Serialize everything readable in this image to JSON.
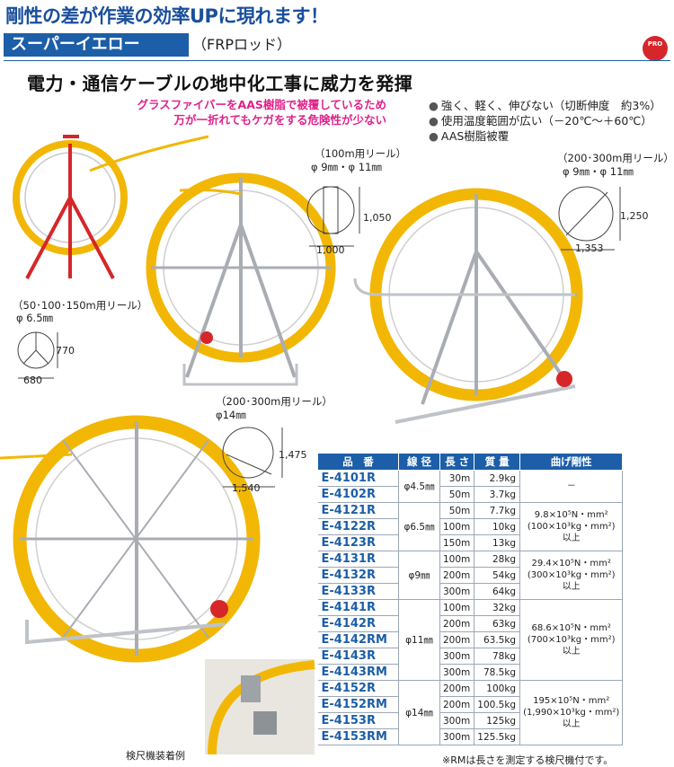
{
  "header": {
    "headline": "剛性の差が作業の効率UPに現れます！",
    "product_name": "スーパーイエロー",
    "product_type": "（FRPロッド）",
    "badge": "PRO",
    "subheadline": "電力・通信ケーブルの地中化工事に威力を発揮"
  },
  "warning": {
    "line1": "グラスファイバーをAAS樹脂で被覆しているため",
    "line2": "万が一折れてもケガをする危険性が少ない"
  },
  "features": [
    "強く、軽く、伸びない（切断伸度　約3%）",
    "使用温度範囲が広い（－20℃～＋60℃）",
    "AAS樹脂被覆"
  ],
  "reels": {
    "small": {
      "label": "（50･100･150m用リール）",
      "diameter": "φ 6.5㎜",
      "height": "770",
      "width": "680"
    },
    "r100": {
      "label": "（100m用リール）",
      "diameter": "φ 9㎜・φ 11㎜",
      "height": "1,050",
      "width": "1,000"
    },
    "r200a": {
      "label": "（200･300m用リール）",
      "diameter": "φ 9㎜・φ 11㎜",
      "height": "1,250",
      "width": "1,353"
    },
    "r200b": {
      "label": "（200･300m用リール）",
      "diameter": "φ14㎜",
      "height": "1,475",
      "width": "1,540"
    }
  },
  "table": {
    "headers": [
      "品　番",
      "線 径",
      "長 さ",
      "質 量",
      "曲げ剛性"
    ],
    "groups": [
      {
        "diameter": "φ4.5㎜",
        "stiffness": [
          "－"
        ],
        "rows": [
          {
            "code": "E-4101R",
            "length": "30m",
            "mass": "2.9kg"
          },
          {
            "code": "E-4102R",
            "length": "50m",
            "mass": "3.7kg"
          }
        ]
      },
      {
        "diameter": "φ6.5㎜",
        "stiffness": [
          "9.8×10⁵N・mm²",
          "(100×10³kg・mm²)",
          "以上"
        ],
        "rows": [
          {
            "code": "E-4121R",
            "length": "50m",
            "mass": "7.7kg"
          },
          {
            "code": "E-4122R",
            "length": "100m",
            "mass": "10kg"
          },
          {
            "code": "E-4123R",
            "length": "150m",
            "mass": "13kg"
          }
        ]
      },
      {
        "diameter": "φ9㎜",
        "stiffness": [
          "29.4×10⁵N・mm²",
          "(300×10³kg・mm²)",
          "以上"
        ],
        "rows": [
          {
            "code": "E-4131R",
            "length": "100m",
            "mass": "28kg"
          },
          {
            "code": "E-4132R",
            "length": "200m",
            "mass": "54kg"
          },
          {
            "code": "E-4133R",
            "length": "300m",
            "mass": "64kg"
          }
        ]
      },
      {
        "diameter": "φ11㎜",
        "stiffness": [
          "68.6×10⁵N・mm²",
          "(700×10³kg・mm²)",
          "以上"
        ],
        "rows": [
          {
            "code": "E-4141R",
            "length": "100m",
            "mass": "32kg"
          },
          {
            "code": "E-4142R",
            "length": "200m",
            "mass": "63kg"
          },
          {
            "code": "E-4142RM",
            "length": "200m",
            "mass": "63.5kg"
          },
          {
            "code": "E-4143R",
            "length": "300m",
            "mass": "78kg"
          },
          {
            "code": "E-4143RM",
            "length": "300m",
            "mass": "78.5kg"
          }
        ]
      },
      {
        "diameter": "φ14㎜",
        "stiffness": [
          "195×10⁵N・mm²",
          "(1,990×10³kg・mm²)",
          "以上"
        ],
        "rows": [
          {
            "code": "E-4152R",
            "length": "200m",
            "mass": "100kg"
          },
          {
            "code": "E-4152RM",
            "length": "200m",
            "mass": "100.5kg"
          },
          {
            "code": "E-4153R",
            "length": "300m",
            "mass": "125kg"
          },
          {
            "code": "E-4153RM",
            "length": "300m",
            "mass": "125.5kg"
          }
        ]
      }
    ]
  },
  "footnote": "※RMは長さを測定する検尺機付です。",
  "caption": "検尺機装着例",
  "colors": {
    "brand_blue": "#1c5ea8",
    "warning_pink": "#e0218a",
    "rod_yellow": "#f2b705",
    "frame_red": "#d6262a"
  }
}
